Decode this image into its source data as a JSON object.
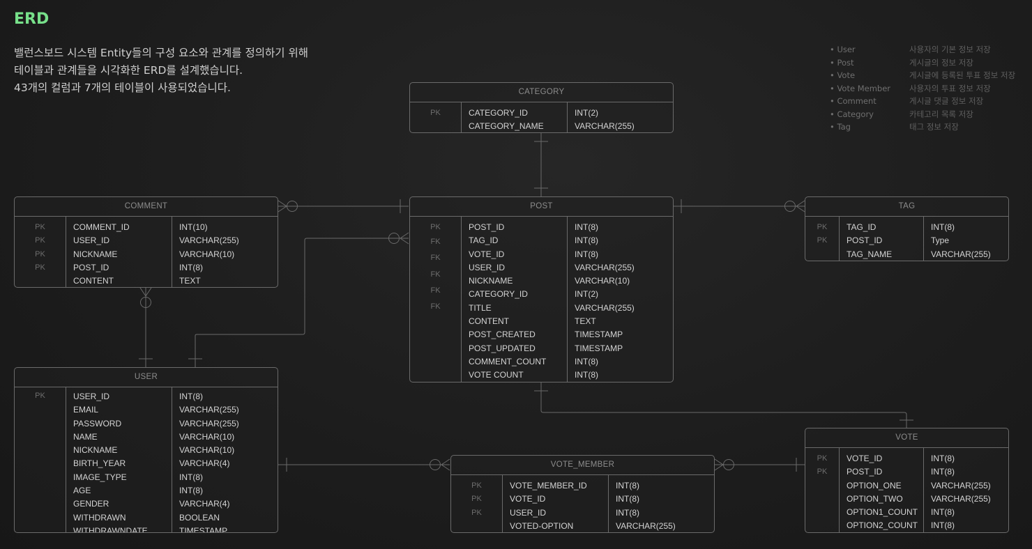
{
  "header": {
    "title": "ERD",
    "description": [
      "밸런스보드 시스템 Entity들의 구성 요소와 관계를 정의하기 위해",
      "테이블과 관계들을 시각화한 ERD를 설계했습니다.",
      "43개의 컬럼과 7개의 테이블이 사용되었습니다."
    ]
  },
  "legend": [
    {
      "name": "User",
      "desc": "사용자의 기본 정보 저장"
    },
    {
      "name": "Post",
      "desc": "게시글의 정보 저장"
    },
    {
      "name": "Vote",
      "desc": "게시글에 등록된 투표 정보 저장"
    },
    {
      "name": "Vote Member",
      "desc": "사용자의 투표 정보 저장"
    },
    {
      "name": "Comment",
      "desc": "게시글 댓글 정보 저장"
    },
    {
      "name": "Category",
      "desc": "카테고리 목록 저장"
    },
    {
      "name": "Tag",
      "desc": "태그 정보 저장"
    }
  ],
  "entities": {
    "category": {
      "name": "CATEGORY",
      "keys": [
        "PK",
        ""
      ],
      "columns": [
        "CATEGORY_ID",
        "CATEGORY_NAME"
      ],
      "types": [
        "INT(2)",
        "VARCHAR(255)"
      ]
    },
    "comment": {
      "name": "COMMENT",
      "keys": [
        "PK",
        "PK",
        "PK",
        "PK",
        ""
      ],
      "columns": [
        "COMMENT_ID",
        "USER_ID",
        "NICKNAME",
        "POST_ID",
        "CONTENT"
      ],
      "types": [
        "INT(10)",
        "VARCHAR(255)",
        "VARCHAR(10)",
        "INT(8)",
        "TEXT"
      ]
    },
    "post": {
      "name": "POST",
      "keys": [
        "PK",
        "FK",
        "FK",
        "FK",
        "FK",
        "FK",
        "",
        "",
        "",
        "",
        "",
        ""
      ],
      "columns": [
        "POST_ID",
        "TAG_ID",
        "VOTE_ID",
        "USER_ID",
        "NICKNAME",
        "CATEGORY_ID",
        "TITLE",
        "CONTENT",
        "POST_CREATED",
        "POST_UPDATED",
        "COMMENT_COUNT",
        "VOTE COUNT"
      ],
      "types": [
        "INT(8)",
        "INT(8)",
        "INT(8)",
        "VARCHAR(255)",
        "VARCHAR(10)",
        "INT(2)",
        "VARCHAR(255)",
        "TEXT",
        "TIMESTAMP",
        "TIMESTAMP",
        "INT(8)",
        "INT(8)"
      ]
    },
    "tag": {
      "name": "TAG",
      "keys": [
        "PK",
        "PK",
        ""
      ],
      "columns": [
        "TAG_ID",
        "POST_ID",
        "TAG_NAME"
      ],
      "types": [
        "INT(8)",
        "Type",
        "VARCHAR(255)"
      ]
    },
    "user": {
      "name": "USER",
      "keys": [
        "PK",
        "",
        "",
        "",
        "",
        "",
        "",
        "",
        "",
        "",
        ""
      ],
      "columns": [
        "USER_ID",
        "EMAIL",
        "PASSWORD",
        "NAME",
        "NICKNAME",
        "BIRTH_YEAR",
        "IMAGE_TYPE",
        "AGE",
        "GENDER",
        "WITHDRAWN",
        "WITHDRAWNDATE"
      ],
      "types": [
        "INT(8)",
        "VARCHAR(255)",
        "VARCHAR(255)",
        "VARCHAR(10)",
        "VARCHAR(10)",
        "VARCHAR(4)",
        "INT(8)",
        "INT(8)",
        "VARCHAR(4)",
        "BOOLEAN",
        "TIMESTAMP"
      ]
    },
    "vote_member": {
      "name": "VOTE_MEMBER",
      "keys": [
        "PK",
        "PK",
        "PK",
        ""
      ],
      "columns": [
        "VOTE_MEMBER_ID",
        "VOTE_ID",
        "USER_ID",
        "VOTED-OPTION"
      ],
      "types": [
        "INT(8)",
        "INT(8)",
        "INT(8)",
        "VARCHAR(255)"
      ]
    },
    "vote": {
      "name": "VOTE",
      "keys": [
        "PK",
        "PK",
        "",
        "",
        "",
        ""
      ],
      "columns": [
        "VOTE_ID",
        "POST_ID",
        "OPTION_ONE",
        "OPTION_TWO",
        "OPTION1_COUNT",
        "OPTION2_COUNT"
      ],
      "types": [
        "INT(8)",
        "INT(8)",
        "VARCHAR(255)",
        "VARCHAR(255)",
        "INT(8)",
        "INT(8)"
      ]
    }
  }
}
